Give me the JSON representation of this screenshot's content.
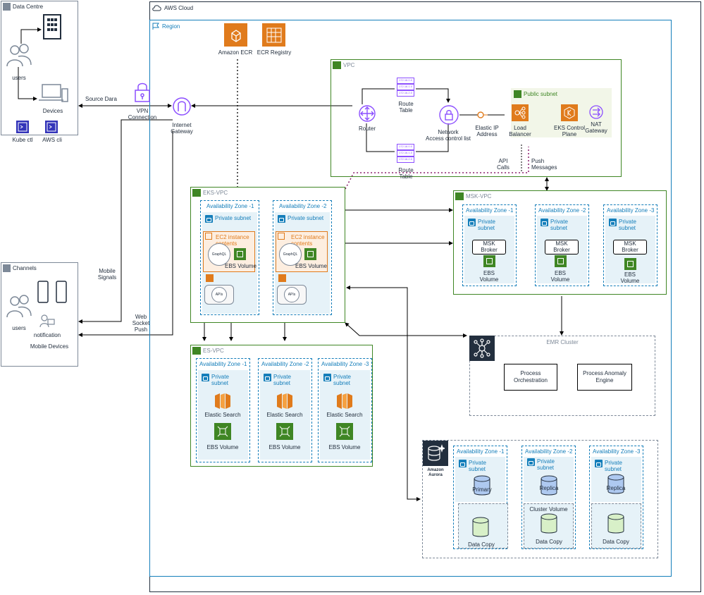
{
  "data_centre": {
    "title": "Data Centre",
    "users": "users",
    "devices": "Devices",
    "kubectl": "Kube ctl",
    "awscli": "AWS cli"
  },
  "channels": {
    "title": "Channels",
    "users": "users",
    "notification": "notification",
    "mobile_devices": "Mobile Devices"
  },
  "edge_labels": {
    "source_data": "Source Dara",
    "mobile_signals": "Mobile\nSignals",
    "web_socket_push": "Web\nSocket\nPush",
    "api_calls": "API\nCalls",
    "push_messages": "Push\nMessages"
  },
  "aws": {
    "cloud_title": "AWS Cloud",
    "region_title": "Region",
    "vpn": "VPN\nConnection",
    "internet_gateway": "Internet\nGateway",
    "amazon_ecr": "Amazon ECR",
    "ecr_registry": "ECR Registry"
  },
  "vpc": {
    "title": "VPC",
    "router": "Router",
    "route_table_top": "Route\nTable",
    "route_table_bottom": "Route\nTable",
    "route_ips": [
      "172.16.0.0",
      "172.16.1.0",
      "172.16.2.0"
    ],
    "nacl": "Network\nAccess control list",
    "elastic_ip": "Elastic IP\nAddress",
    "public_subnet": "Public subnet",
    "load_balancer": "Load\nBalancer",
    "eks_control_plane": "EKS Control\nPlane",
    "nat_gateway": "NAT\nGateway"
  },
  "eks_vpc": {
    "title": "EKS-VPC",
    "zones": [
      {
        "title": "Availability Zone -1",
        "subnet": "Private subnet",
        "ec2": "EC2 instance\ncontents",
        "graphql": "GraphQL",
        "ebs": "EBS Volume",
        "apis": "APIs"
      },
      {
        "title": "Availability Zone -2",
        "subnet": "Private subnet",
        "ec2": "EC2 instance\ncontents",
        "graphql": "GraphQL",
        "ebs": "EBS Volume",
        "apis": "APIs"
      }
    ]
  },
  "msk_vpc": {
    "title": "MSK-VPC",
    "zones": [
      {
        "title": "Availability Zone -1",
        "subnet": "Private\nsubnet",
        "broker": "MSK\nBroker",
        "ebs": "EBS\nVolume"
      },
      {
        "title": "Availability Zone -2",
        "subnet": "Private\nsubnet",
        "broker": "MSK\nBroker",
        "ebs": "EBS\nVolume"
      },
      {
        "title": "Availability Zone -3",
        "subnet": "Private\nsubnet",
        "broker": "MSK\nBroker",
        "ebs": "EBS\nVolume"
      }
    ]
  },
  "es_vpc": {
    "title": "ES-VPC",
    "zones": [
      {
        "title": "Availability Zone -1",
        "subnet": "Private\nsubnet",
        "service": "Elastic Search",
        "ebs": "EBS Volume"
      },
      {
        "title": "Availability Zone -2",
        "subnet": "Private\nsubnet",
        "service": "Elastic Search",
        "ebs": "EBS Volume"
      },
      {
        "title": "Availability Zone -3",
        "subnet": "Private\nsubnet",
        "service": "Elastic Search",
        "ebs": "EBS Volume"
      }
    ]
  },
  "emr": {
    "title": "EMR Cluster",
    "orchestration": "Process\nOrchestration",
    "anomaly": "Process Anomaly\nEngine"
  },
  "aurora": {
    "title": "Amazon\nAurora",
    "cluster_volume": "Cluster Volume",
    "zones": [
      {
        "title": "Availability Zone -1",
        "subnet": "Private\nsubnet",
        "db": "Primary",
        "copy": "Data Copy"
      },
      {
        "title": "Availability Zone -2",
        "subnet": "Private\nsubnet",
        "db": "Replica",
        "copy": "Data Copy"
      },
      {
        "title": "Availability Zone -3",
        "subnet": "Private\nsubnet",
        "db": "Replica",
        "copy": "Data Copy"
      }
    ]
  }
}
